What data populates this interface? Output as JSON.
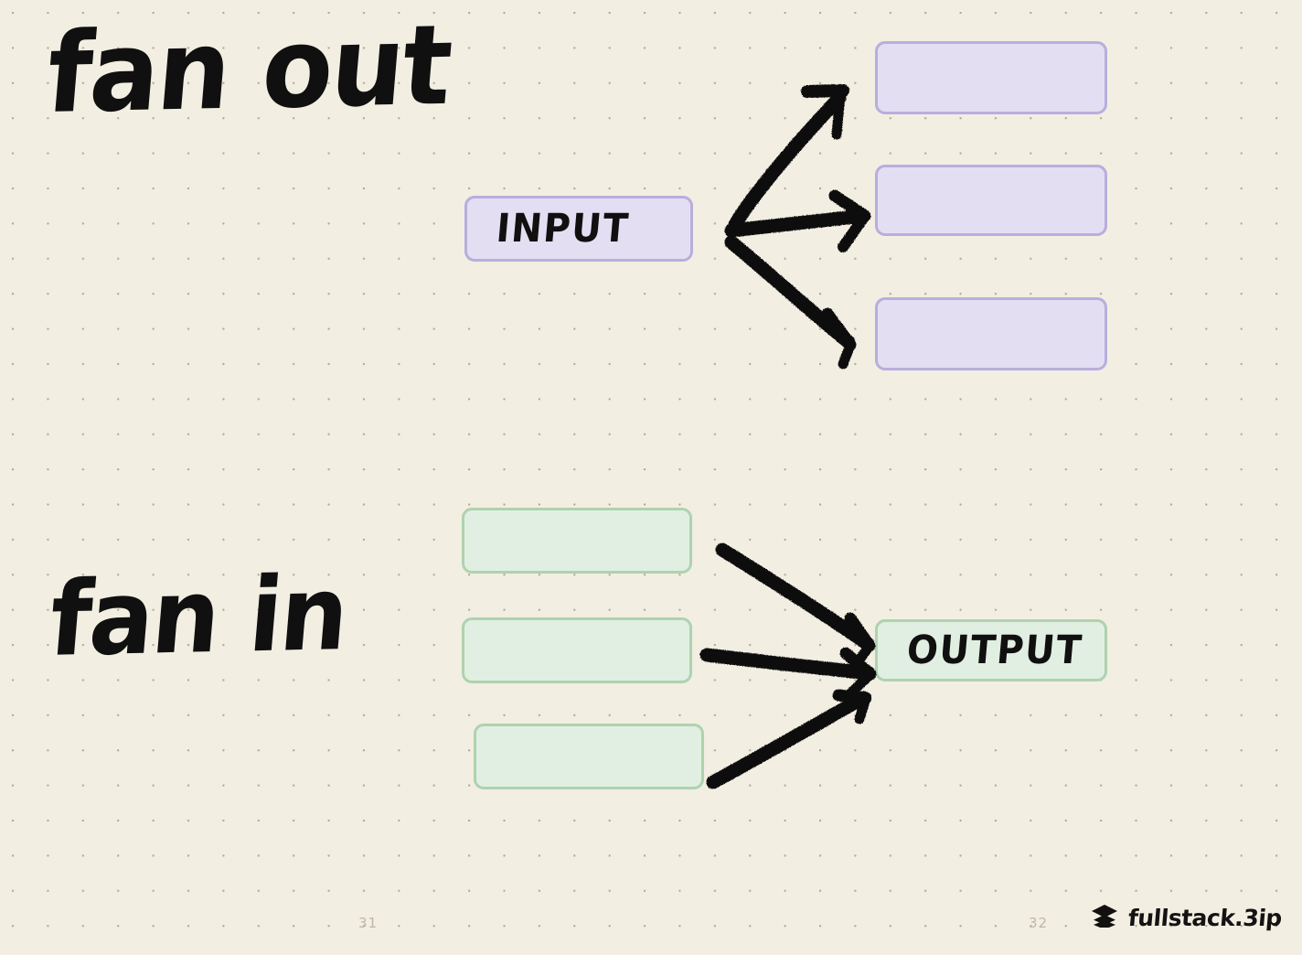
{
  "slide": {
    "background_color": "#f2eee2",
    "dot_color": "#78705c"
  },
  "headings": {
    "fan_out": "fan out",
    "fan_in": "fan in"
  },
  "fan_out": {
    "source": {
      "label": "INPUT",
      "fill": "#e4def3",
      "border": "#b8aedd"
    },
    "targets": [
      {
        "label": "",
        "fill": "#e4def3",
        "border": "#b8aedd"
      },
      {
        "label": "",
        "fill": "#e4def3",
        "border": "#b8aedd"
      },
      {
        "label": "",
        "fill": "#e4def3",
        "border": "#b8aedd"
      }
    ]
  },
  "fan_in": {
    "sources": [
      {
        "label": "",
        "fill": "#e1efe2",
        "border": "#aed3ae"
      },
      {
        "label": "",
        "fill": "#e1efe2",
        "border": "#aed3ae"
      },
      {
        "label": "",
        "fill": "#e1efe2",
        "border": "#aed3ae"
      }
    ],
    "target": {
      "label": "OUTPUT",
      "fill": "#e1efe2",
      "border": "#aed3ae"
    }
  },
  "footer": {
    "page_left": "31",
    "page_right": "32",
    "brand_text": "fullstack.3ip",
    "brand_icon": "layers-stack-icon"
  }
}
